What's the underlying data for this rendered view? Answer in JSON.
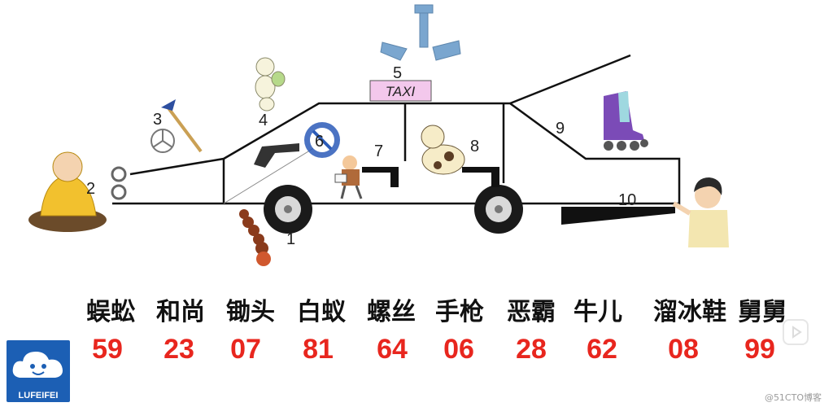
{
  "taxi_sign": "TAXI",
  "markers": [
    "1",
    "2",
    "3",
    "4",
    "5",
    "6",
    "7",
    "8",
    "9",
    "10"
  ],
  "items": [
    {
      "word": "蜈蚣",
      "number": "59"
    },
    {
      "word": "和尚",
      "number": "23"
    },
    {
      "word": "锄头",
      "number": "07"
    },
    {
      "word": "白蚁",
      "number": "81"
    },
    {
      "word": "螺丝",
      "number": "64"
    },
    {
      "word": "手枪",
      "number": "06"
    },
    {
      "word": "恶霸",
      "number": "28"
    },
    {
      "word": "牛儿",
      "number": "62"
    },
    {
      "word": "溜冰鞋",
      "number": "08"
    },
    {
      "word": "舅舅",
      "number": "99"
    }
  ],
  "logo_text": "LUFEIFEI",
  "watermark": "@51CTO博客",
  "colors": {
    "number_red": "#e8261e",
    "logo_blue": "#1c5fb4",
    "taxi_sign_bg": "#f3c8ec"
  }
}
